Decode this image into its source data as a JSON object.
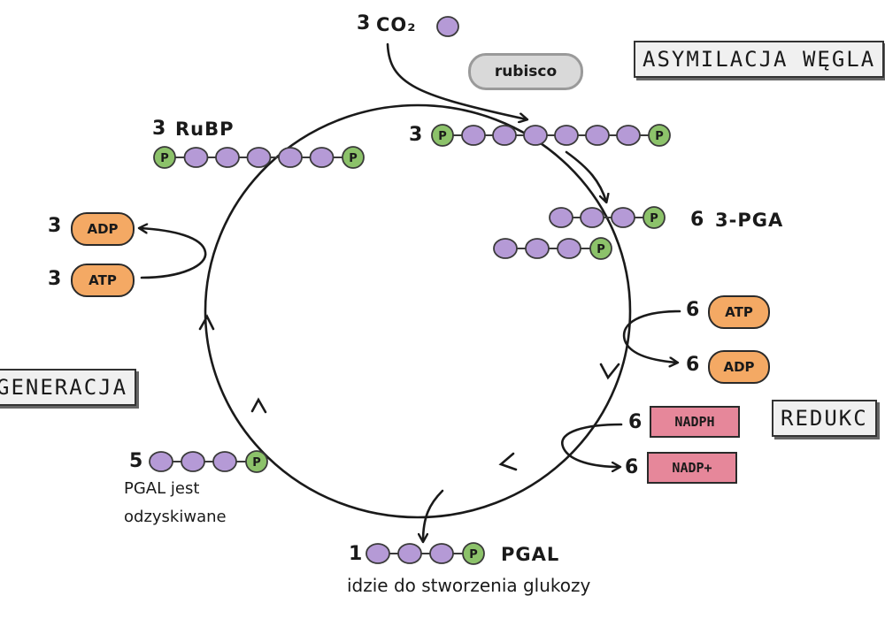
{
  "phases": {
    "assimilation": "ASYMILACJA WĘGLA",
    "regeneration": "GENERACJA",
    "reduction": "REDUKC"
  },
  "top": {
    "co2_count": "3",
    "co2_label": "CO₂",
    "enzyme": "rubisco",
    "six_carbon_count": "3"
  },
  "rubp": {
    "count": "3",
    "label": "RuBP"
  },
  "pga": {
    "count": "6",
    "label": "3-PGA"
  },
  "atp_adp_right": {
    "atp_count": "6",
    "atp_label": "ATP",
    "adp_count": "6",
    "adp_label": "ADP"
  },
  "nadph": {
    "nadph_count": "6",
    "nadph_label": "NADPH",
    "nadp_count": "6",
    "nadp_label": "NADP+"
  },
  "atp_adp_left": {
    "adp_count": "3",
    "adp_label": "ADP",
    "atp_count": "3",
    "atp_label": "ATP"
  },
  "recycled": {
    "count": "5",
    "note_line1": "PGAL jest",
    "note_line2": "odzyskiwane"
  },
  "output": {
    "count": "1",
    "label": "PGAL",
    "note": "idzie do stworzenia glukozy"
  },
  "phosphate_symbol": "P",
  "colors": {
    "carbon": "#b59ad6",
    "phosphate": "#8cc26a",
    "atp": "#f4a964",
    "nadph": "#e6879a",
    "phase_box": "#f0f0f0"
  }
}
